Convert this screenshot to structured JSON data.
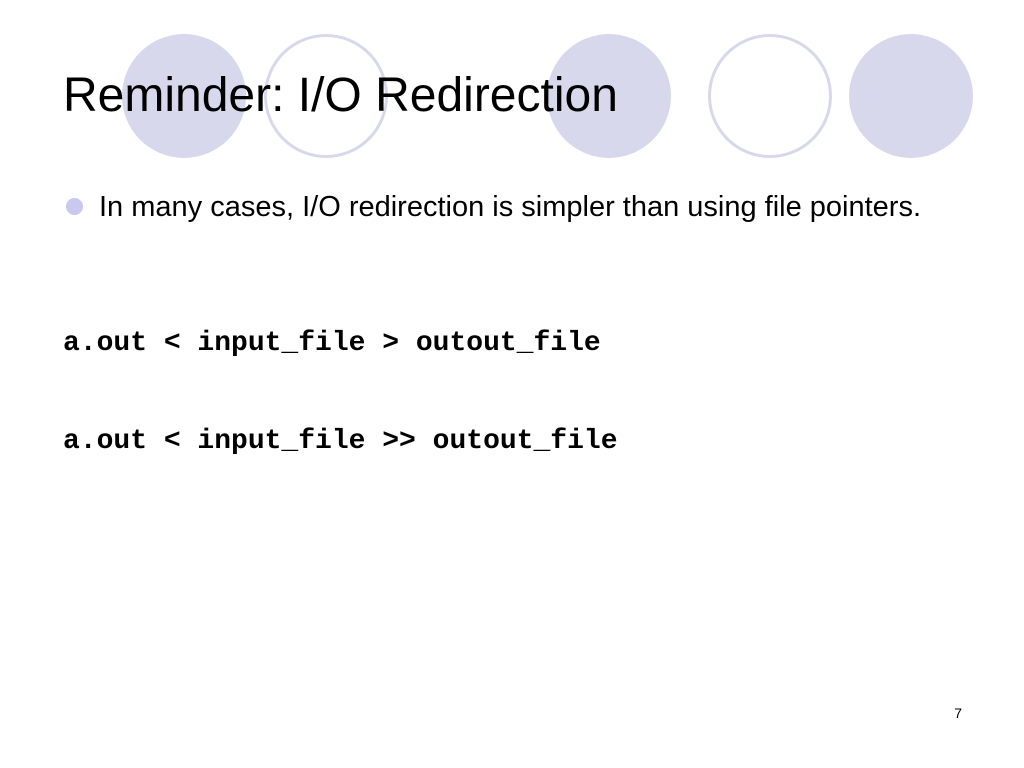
{
  "slide": {
    "title": "Reminder: I/O Redirection",
    "bullets": [
      "In many cases, I/O redirection is simpler than using file pointers."
    ],
    "code_lines": [
      "a.out < input_file > outout_file",
      "a.out < input_file >> outout_file"
    ],
    "page_number": "7"
  },
  "colors": {
    "decor_circle": "#d8d8ec",
    "bullet": "#c8c8f0",
    "text": "#000000",
    "background": "#ffffff"
  }
}
